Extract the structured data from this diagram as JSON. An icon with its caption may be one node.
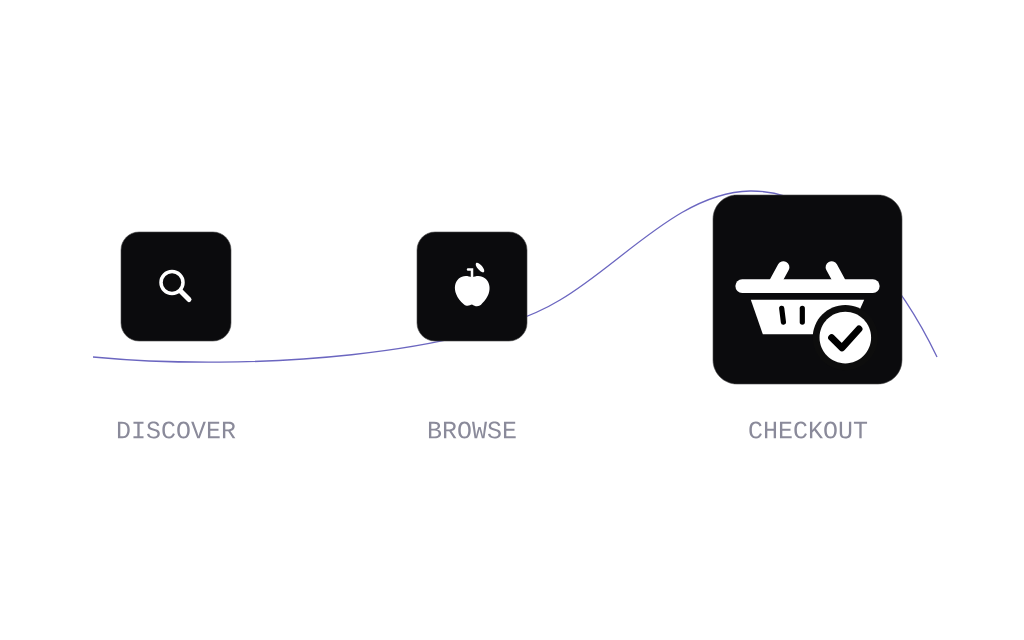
{
  "diagram": {
    "nodes": [
      {
        "text": [
          "DISCOVER"
        ]
      },
      {
        "text": [
          "BROWSE"
        ]
      },
      {
        "text": [
          "CHECKOUT"
        ]
      }
    ]
  }
}
